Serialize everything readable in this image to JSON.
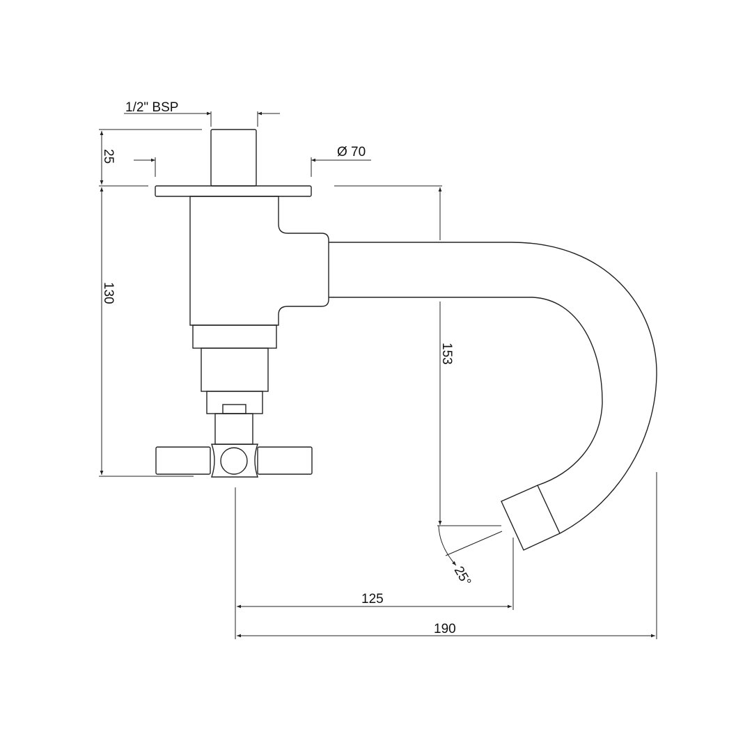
{
  "drawing": {
    "line_color": "#222222",
    "background": "#ffffff",
    "labels": {
      "thread": "1/2\" BSP",
      "flange_diameter": "Ø 70",
      "stub_height": "25",
      "body_height": "130",
      "spout_drop": "153",
      "spout_angle": "25°",
      "spout_reach": "125",
      "overall_depth": "190"
    }
  }
}
